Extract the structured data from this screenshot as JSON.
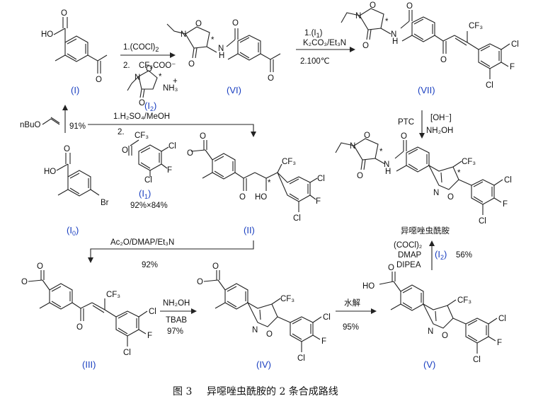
{
  "compound_labels": {
    "I": "(I)",
    "VI": "(VI)",
    "VII": "(VII)",
    "I0": "(I",
    "II": "(II)",
    "III": "(III)",
    "IV": "(IV)",
    "V": "(V)",
    "I2": "(I",
    "I1": "(I"
  },
  "conditions": {
    "step_I_VI_1": "1.(COCl)",
    "step_I_VI_sub2": "2",
    "step_I_VI_2": "2. ",
    "step_I_VI_cf3coo": "CF₃COO⁻",
    "step_VI_VII_1": "1.(I",
    "step_VI_VII_1b": ")",
    "step_VI_VII_2": "K₂CO₃/Et₃N",
    "step_VI_VII_3": "2.100℃",
    "step_I_II_1": "1.H₂SO₄/MeOH",
    "step_I_II_2": "2.",
    "step_I0_I": "nBuO",
    "yield_I0_I": "91%",
    "yield_I_II": "92%×84%",
    "step_VII_down_1": "PTC",
    "step_VII_down_2": "[OH⁻]",
    "step_VII_down_3": "NH₂OH",
    "step_II_III": "Ac₂O/DMAP/Et₃N",
    "yield_II_III": "92%",
    "step_III_IV_1": "NH₂OH",
    "step_III_IV_2": "TBAB",
    "yield_III_IV": "97%",
    "step_IV_V": "水解",
    "yield_IV_V": "95%",
    "step_V_up_1": "(COCl)₂",
    "step_V_up_2": "DMAP",
    "step_V_up_3": "DIPEA",
    "yield_V_up": "56%",
    "product_name": "异噁唑虫酰胺"
  },
  "atoms": {
    "HO": "HO",
    "O": "O",
    "N": "N",
    "NH3": "NH₃",
    "plus": "+",
    "star": "*",
    "H": "H",
    "CF3": "CF₃",
    "Cl": "Cl",
    "F": "F",
    "Br": "Br",
    "HN": "N",
    "NH": "N"
  },
  "caption": {
    "figure_no": "图 3",
    "title": "异噁唑虫酰胺的 2 条合成路线"
  }
}
